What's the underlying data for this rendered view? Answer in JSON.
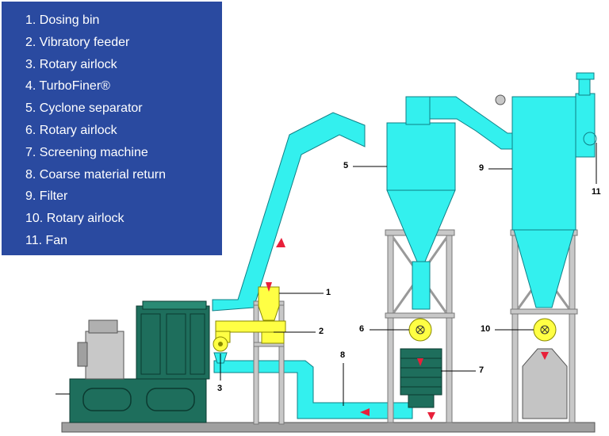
{
  "legend": {
    "items": [
      "1. Dosing bin",
      "2. Vibratory feeder",
      "3. Rotary airlock",
      "4. TurboFiner®",
      "5. Cyclone separator",
      "6. Rotary airlock",
      "7. Screening machine",
      "8. Coarse material return",
      "9. Filter",
      "10. Rotary airlock",
      "11. Fan"
    ]
  },
  "callouts": {
    "c1": "1",
    "c2": "2",
    "c3": "3",
    "c5": "5",
    "c6": "6",
    "c7": "7",
    "c8": "8",
    "c9": "9",
    "c10": "10",
    "c11": "11"
  },
  "colors": {
    "duct": "#33f0ee",
    "machine": "#1e6e5c",
    "feeder": "#ffff44",
    "frame": "#c8c8c8",
    "hopper": "#c4c4c4",
    "arrow": "#e8203a",
    "legend_bg": "#2a4aa0",
    "floor": "#a0a0a0"
  }
}
